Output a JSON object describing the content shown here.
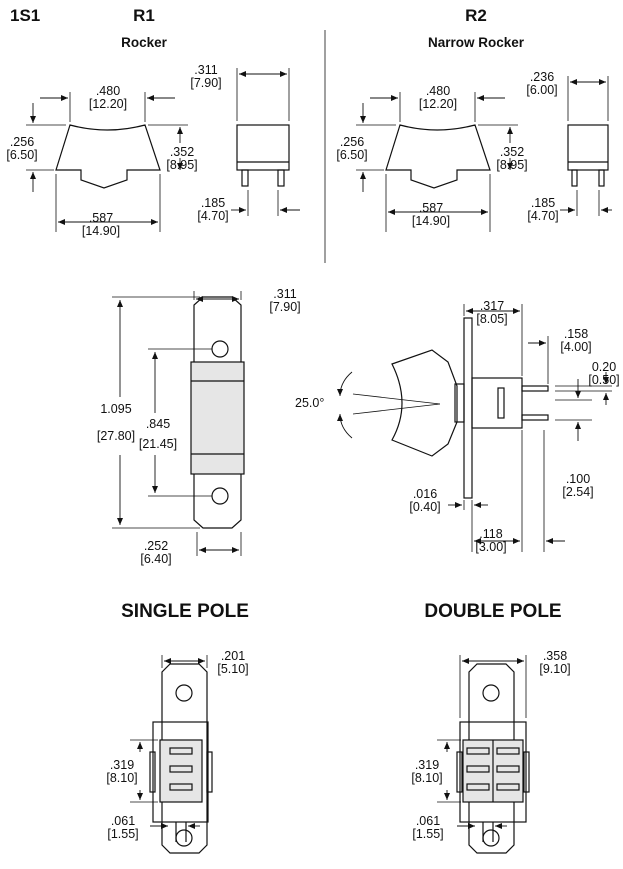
{
  "headers": {
    "series": "1S1",
    "r1_code": "R1",
    "r1_name": "Rocker",
    "r2_code": "R2",
    "r2_name": "Narrow Rocker",
    "single_pole": "SINGLE POLE",
    "double_pole": "DOUBLE POLE"
  },
  "dims": {
    "r1_width": [
      ".480",
      "[12.20]"
    ],
    "r1_depth": [
      ".311",
      "[7.90]"
    ],
    "r1_height": [
      ".256",
      "[6.50]"
    ],
    "r1_side": [
      ".352",
      "[8.95]"
    ],
    "r1_base": [
      ".587",
      "[14.90]"
    ],
    "r1_leg": [
      ".185",
      "[4.70]"
    ],
    "r2_width": [
      ".480",
      "[12.20]"
    ],
    "r2_depth": [
      ".236",
      "[6.00]"
    ],
    "r2_height": [
      ".256",
      "[6.50]"
    ],
    "r2_side": [
      ".352",
      "[8.95]"
    ],
    "r2_base": [
      ".587",
      "[14.90]"
    ],
    "r2_leg": [
      ".185",
      "[4.70]"
    ],
    "front_width": [
      ".311",
      "[7.90]"
    ],
    "front_total": [
      "1.095",
      "[27.80]"
    ],
    "front_holes": [
      ".845",
      "[21.45]"
    ],
    "front_bottom": [
      ".252",
      "[6.40]"
    ],
    "side_top": [
      ".317",
      "[8.05]"
    ],
    "side_body": [
      ".158",
      "[4.00]"
    ],
    "side_term": [
      "0.20",
      "[0.50]"
    ],
    "side_angle": "25.0°",
    "side_plate": [
      ".016",
      "[0.40]"
    ],
    "side_pitch": [
      ".100",
      "[2.54]"
    ],
    "side_bottom": [
      ".118",
      "[3.00]"
    ],
    "sp_width": [
      ".201",
      "[5.10]"
    ],
    "sp_mid": [
      ".319",
      "[8.10]"
    ],
    "sp_low": [
      ".061",
      "[1.55]"
    ],
    "dp_width": [
      ".358",
      "[9.10]"
    ],
    "dp_mid": [
      ".319",
      "[8.10]"
    ],
    "dp_low": [
      ".061",
      "[1.55]"
    ]
  }
}
